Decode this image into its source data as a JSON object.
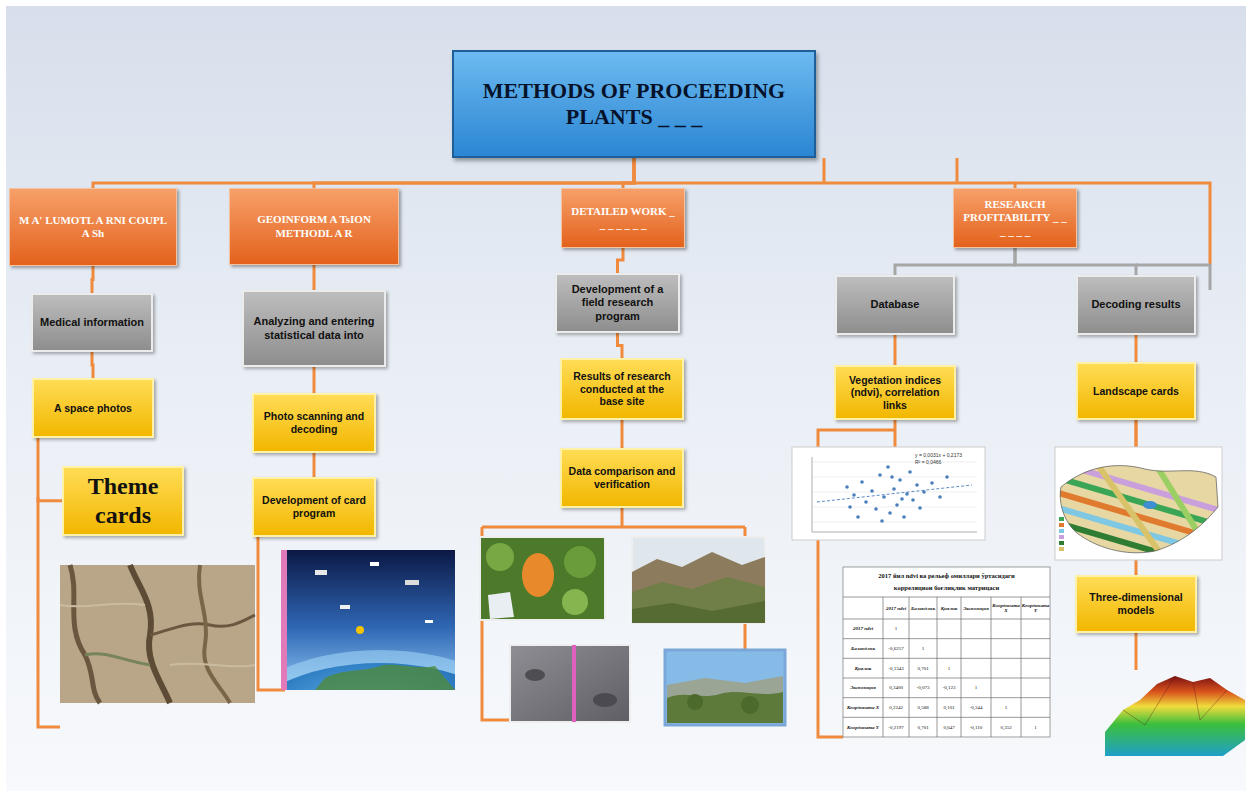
{
  "diagram": {
    "nodes": [
      {
        "text": [
          "METHODS OF PROCEEDING PLANTS _ _ _"
        ]
      },
      {
        "text": [
          "M A' LUMOTL A RNI COUPL A Sh"
        ]
      },
      {
        "text": [
          "GEOINFORM A TsION METHODL A R"
        ]
      },
      {
        "text": [
          "DETAILED WORK _ _ _ _ _ _ _"
        ]
      },
      {
        "text": [
          "RESEARCH PROFITABILITY _ _ _ _ _ _"
        ]
      },
      {
        "text": [
          "Medical information"
        ]
      },
      {
        "text": [
          "Analyzing and entering statistical data into"
        ]
      },
      {
        "text": [
          "Development of a field research program"
        ]
      },
      {
        "text": [
          "Database"
        ]
      },
      {
        "text": [
          "Decoding results"
        ]
      },
      {
        "text": [
          "A space photos"
        ]
      },
      {
        "text": [
          "Theme cards"
        ]
      },
      {
        "text": [
          "Photo scanning and decoding"
        ]
      },
      {
        "text": [
          "Development of card program"
        ]
      },
      {
        "text": [
          "Results of research conducted at the base site"
        ]
      },
      {
        "text": [
          "Data comparison and verification"
        ]
      },
      {
        "text": [
          "Vegetation indices (ndvi), correlation links"
        ]
      },
      {
        "text": [
          "Landscape cards"
        ]
      },
      {
        "text": [
          "Three-dimensional models"
        ]
      }
    ],
    "edges": [
      {
        "from": 0,
        "to": 1,
        "arrow": "none"
      },
      {
        "from": 0,
        "to": 2,
        "arrow": "none"
      },
      {
        "from": 0,
        "to": 3,
        "arrow": "none"
      },
      {
        "from": 0,
        "to": 4,
        "arrow": "none"
      },
      {
        "from": 1,
        "to": 5,
        "arrow": "none"
      },
      {
        "from": 5,
        "to": 10,
        "arrow": "none"
      },
      {
        "from": 10,
        "to": 11,
        "arrow": "none"
      },
      {
        "from": 2,
        "to": 6,
        "arrow": "none"
      },
      {
        "from": 6,
        "to": 12,
        "arrow": "none"
      },
      {
        "from": 12,
        "to": 13,
        "arrow": "none"
      },
      {
        "from": 3,
        "to": 7,
        "arrow": "none"
      },
      {
        "from": 7,
        "to": 14,
        "arrow": "none"
      },
      {
        "from": 14,
        "to": 15,
        "arrow": "none"
      },
      {
        "from": 4,
        "to": 8,
        "arrow": "none"
      },
      {
        "from": 4,
        "to": 9,
        "arrow": "none"
      },
      {
        "from": 8,
        "to": 16,
        "arrow": "none"
      },
      {
        "from": 9,
        "to": 17,
        "arrow": "none"
      },
      {
        "from": 17,
        "to": 18,
        "arrow": "none"
      }
    ],
    "labels": [
      "2017 йил ndvi ва рельеф омиллари ўртасидаги",
      "корреляцион боғлиқлик матрицаси",
      "2017 ndvi",
      "Баландлик",
      "Қиялик",
      "Экспозиция",
      "Координата X",
      "Координата Y",
      "2017 ndvi",
      "1",
      "Баландлик",
      "-0,6257",
      "1",
      "Қиялик",
      "-0,1343",
      "0,701",
      "1",
      "Экспозиция",
      "0,3400",
      "-0,073",
      "-0,123",
      "1",
      "Координата X",
      "0,2242",
      "0,588",
      "0,101",
      "-0,344",
      "1",
      "Координата Y",
      "-0,2197",
      "0,701",
      "0,647",
      "-0,110",
      "0,352",
      "1",
      "y = 0,0031x + 0,2173",
      "R² = 0,0466"
    ]
  }
}
